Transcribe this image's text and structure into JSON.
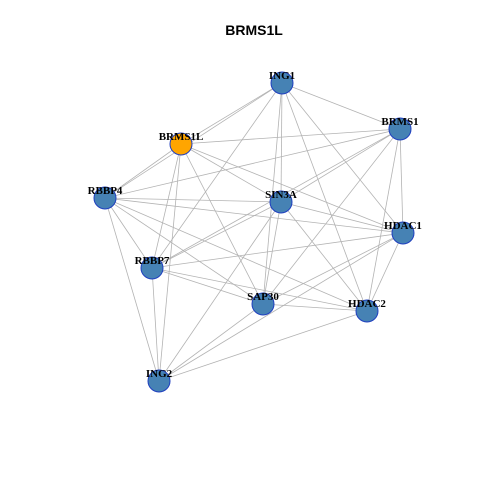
{
  "title": "BRMS1L",
  "colors": {
    "hub_node": "#FFA500",
    "node": "#4682B4",
    "node_border": "#1F3FBF",
    "edge": "#B3B3B3"
  },
  "nodes": [
    {
      "id": "ING1",
      "label": "ING1",
      "hub": false
    },
    {
      "id": "BRMS1",
      "label": "BRMS1",
      "hub": false
    },
    {
      "id": "BRMS1L",
      "label": "BRMS1L",
      "hub": true
    },
    {
      "id": "RBBP4",
      "label": "RBBP4",
      "hub": false
    },
    {
      "id": "SIN3A",
      "label": "SIN3A",
      "hub": false
    },
    {
      "id": "HDAC1",
      "label": "HDAC1",
      "hub": false
    },
    {
      "id": "RBBP7",
      "label": "RBBP7",
      "hub": false
    },
    {
      "id": "SAP30",
      "label": "SAP30",
      "hub": false
    },
    {
      "id": "HDAC2",
      "label": "HDAC2",
      "hub": false
    },
    {
      "id": "ING2",
      "label": "ING2",
      "hub": false
    }
  ],
  "edges": [
    [
      "ING1",
      "BRMS1L"
    ],
    [
      "ING1",
      "RBBP4"
    ],
    [
      "ING1",
      "BRMS1"
    ],
    [
      "ING1",
      "SIN3A"
    ],
    [
      "ING1",
      "HDAC1"
    ],
    [
      "ING1",
      "HDAC2"
    ],
    [
      "ING1",
      "SAP30"
    ],
    [
      "ING1",
      "RBBP7"
    ],
    [
      "BRMS1",
      "BRMS1L"
    ],
    [
      "BRMS1",
      "RBBP4"
    ],
    [
      "BRMS1",
      "SIN3A"
    ],
    [
      "BRMS1",
      "HDAC1"
    ],
    [
      "BRMS1",
      "HDAC2"
    ],
    [
      "BRMS1",
      "SAP30"
    ],
    [
      "BRMS1",
      "RBBP7"
    ],
    [
      "BRMS1L",
      "RBBP4"
    ],
    [
      "BRMS1L",
      "SIN3A"
    ],
    [
      "BRMS1L",
      "HDAC1"
    ],
    [
      "BRMS1L",
      "RBBP7"
    ],
    [
      "BRMS1L",
      "SAP30"
    ],
    [
      "BRMS1L",
      "ING2"
    ],
    [
      "RBBP4",
      "SIN3A"
    ],
    [
      "RBBP4",
      "HDAC1"
    ],
    [
      "RBBP4",
      "RBBP7"
    ],
    [
      "RBBP4",
      "SAP30"
    ],
    [
      "RBBP4",
      "HDAC2"
    ],
    [
      "RBBP4",
      "ING2"
    ],
    [
      "SIN3A",
      "HDAC1"
    ],
    [
      "SIN3A",
      "RBBP7"
    ],
    [
      "SIN3A",
      "SAP30"
    ],
    [
      "SIN3A",
      "HDAC2"
    ],
    [
      "SIN3A",
      "ING2"
    ],
    [
      "HDAC1",
      "RBBP7"
    ],
    [
      "HDAC1",
      "SAP30"
    ],
    [
      "HDAC1",
      "HDAC2"
    ],
    [
      "HDAC1",
      "ING2"
    ],
    [
      "RBBP7",
      "SAP30"
    ],
    [
      "RBBP7",
      "HDAC2"
    ],
    [
      "RBBP7",
      "ING2"
    ],
    [
      "SAP30",
      "HDAC2"
    ],
    [
      "SAP30",
      "ING2"
    ],
    [
      "HDAC2",
      "ING2"
    ]
  ]
}
